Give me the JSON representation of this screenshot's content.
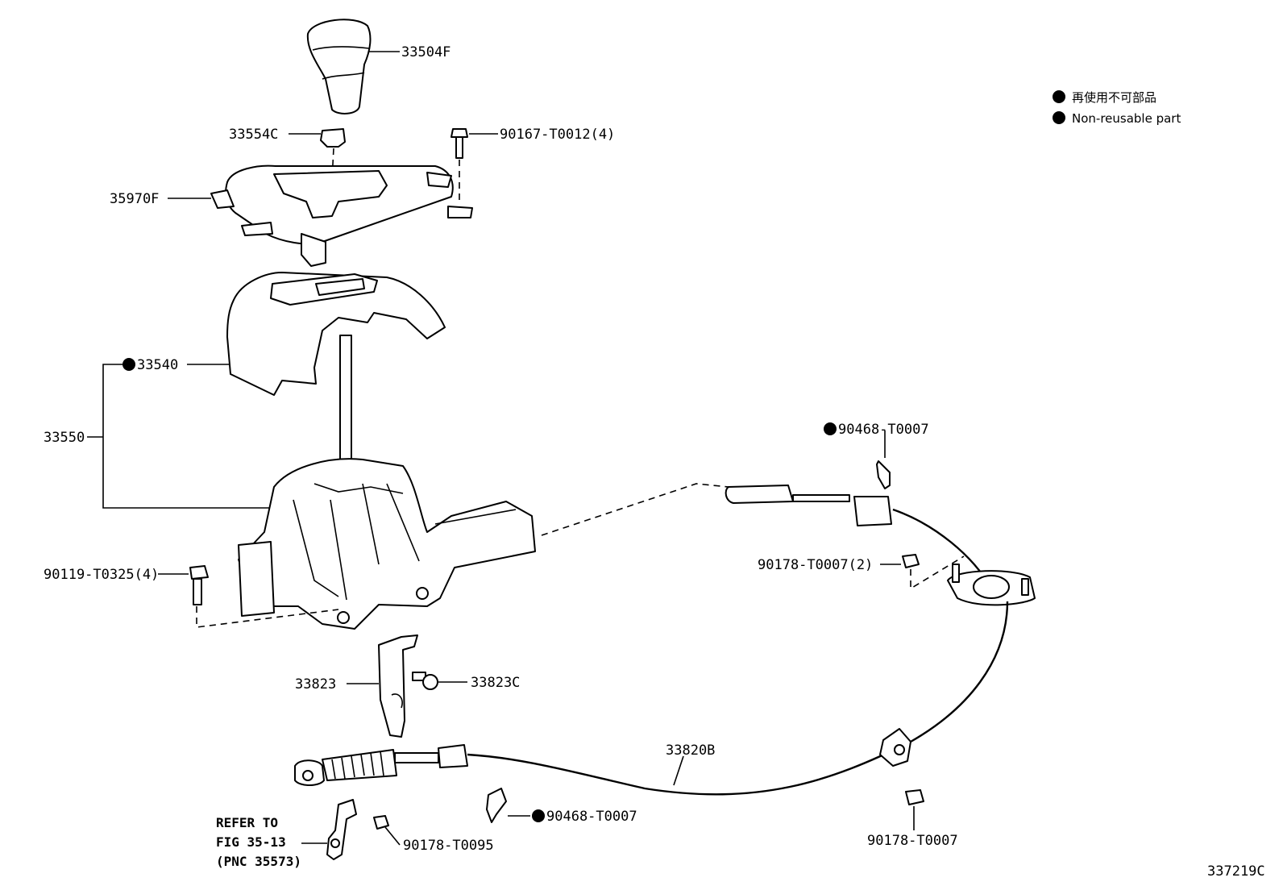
{
  "callouts": {
    "knob": "33504F",
    "knob_clip": "33554C",
    "bezel_screw": "90167-T0012(4)",
    "indicator_housing": "35970F",
    "cover": "33540",
    "shift_lever_assy": "33550",
    "bolt": "90119-T0325(4)",
    "bracket": "33823",
    "bracket_screw": "33823C",
    "cable": "33820B",
    "clip_upper": "90468-T0007",
    "nut_upper": "90178-T0007(2)",
    "nut_lower": "90178-T0007",
    "clip_lower": "90468-T0007",
    "nut_small": "90178-T0095"
  },
  "refer": {
    "line1": "REFER TO",
    "line2": "FIG 35-13",
    "line3": "(PNC 35573)"
  },
  "legend": {
    "japanese": "再使用不可部品",
    "english": "Non-reusable part"
  },
  "figure_id": "337219C"
}
